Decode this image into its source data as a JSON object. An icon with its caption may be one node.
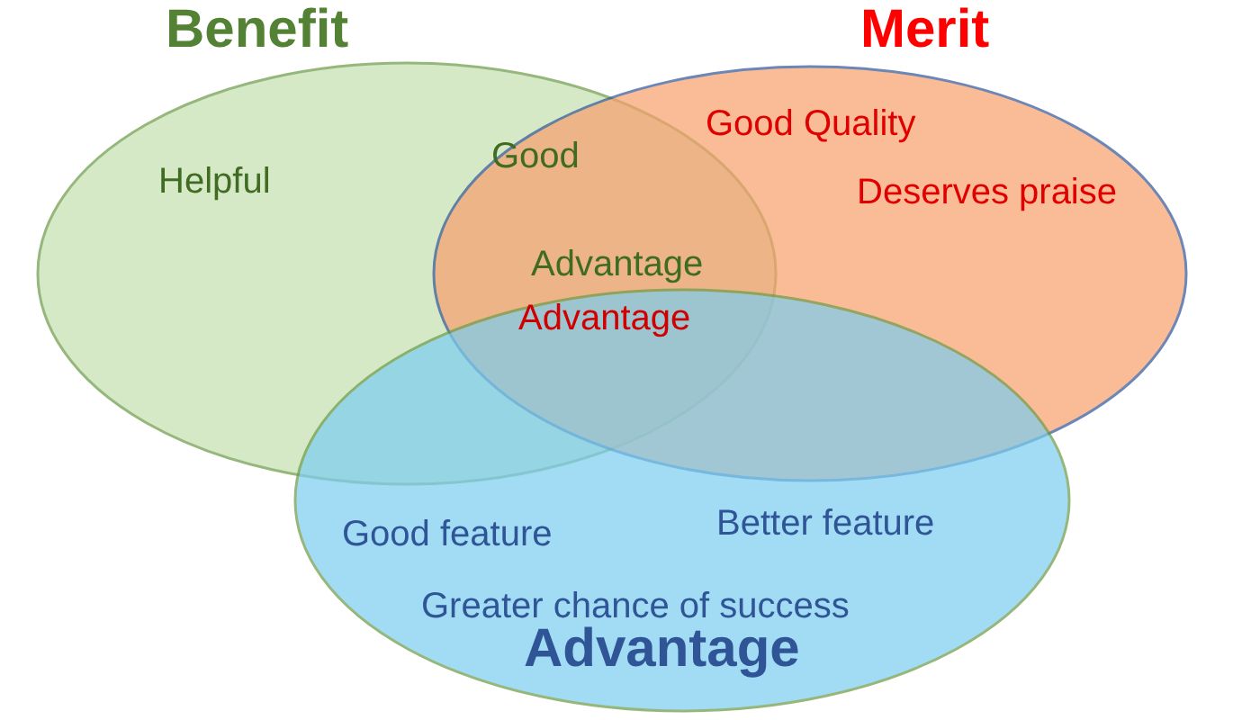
{
  "diagram": {
    "nodes": [
      {
        "text": [
          "Benefit"
        ]
      },
      {
        "text": [
          "Merit"
        ]
      },
      {
        "text": [
          "Advantage"
        ]
      }
    ],
    "labels": [
      "Helpful",
      "Good",
      "Good Quality",
      "Deserves praise",
      "Advantage",
      "Advantage",
      "Good feature",
      "Better feature",
      "Greater chance of success"
    ]
  }
}
